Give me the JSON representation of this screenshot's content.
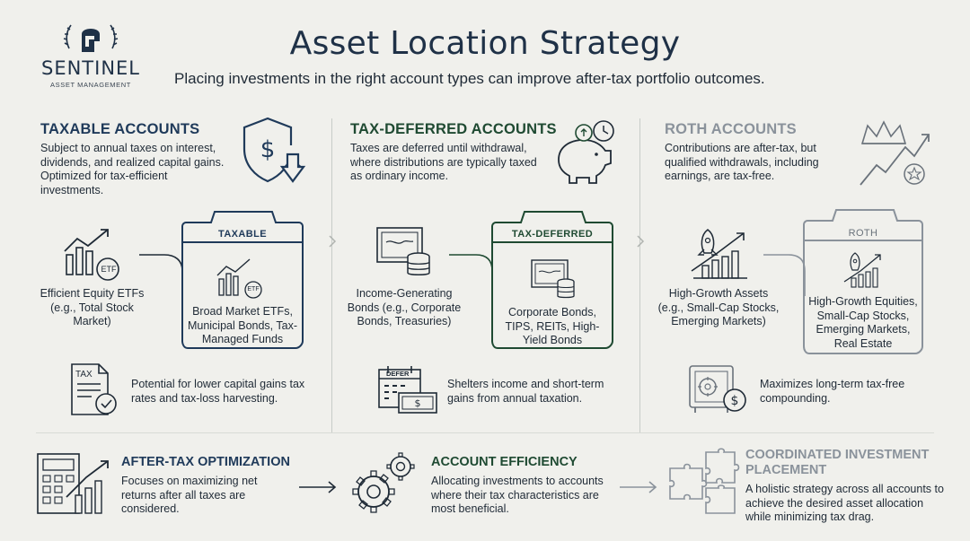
{
  "header": {
    "title": "Asset Location Strategy",
    "subtitle": "Placing investments in the right account types can improve after-tax portfolio outcomes."
  },
  "logo": {
    "name": "SENTINEL",
    "tagline": "ASSET MANAGEMENT"
  },
  "columns": {
    "taxable": {
      "heading": "TAXABLE ACCOUNTS",
      "description": "Subject to annual taxes on interest, dividends, and realized capital gains. Optimized for tax-efficient investments.",
      "asset_label": "Efficient Equity ETFs (e.g., Total Stock Market)",
      "folder_label": "TAXABLE",
      "folder_text": "Broad Market ETFs, Municipal Bonds, Tax-Managed Funds",
      "benefit": "Potential for lower capital gains tax rates and tax-loss harvesting.",
      "icon_tag": "ETF",
      "doc_tag": "TAX"
    },
    "deferred": {
      "heading": "TAX-DEFERRED ACCOUNTS",
      "description": "Taxes are deferred until withdrawal, where distributions are typically taxed as ordinary income.",
      "asset_label": "Income-Generating Bonds (e.g., Corporate Bonds, Treasuries)",
      "folder_label": "TAX-DEFERRED",
      "folder_text": "Corporate Bonds, TIPS, REITs, High-Yield Bonds",
      "benefit": "Shelters income and short-term gains from annual taxation.",
      "calendar_tag": "DEFER"
    },
    "roth": {
      "heading": "ROTH ACCOUNTS",
      "description": "Contributions are after-tax, but qualified withdrawals, including earnings, are tax-free.",
      "asset_label": "High-Growth Assets (e.g., Small-Cap Stocks, Emerging Markets)",
      "folder_label": "ROTH",
      "folder_text": "High-Growth Equities, Small-Cap Stocks, Emerging Markets, Real Estate",
      "benefit": "Maximizes long-term tax-free compounding."
    }
  },
  "bottom": [
    {
      "heading": "AFTER-TAX OPTIMIZATION",
      "text": "Focuses on maximizing net returns after all taxes are considered."
    },
    {
      "heading": "ACCOUNT EFFICIENCY",
      "text": "Allocating investments to accounts where their tax characteristics are most beneficial."
    },
    {
      "heading": "COORDINATED INVESTMENT PLACEMENT",
      "text": "A holistic strategy across all accounts to achieve the desired asset allocation while minimizing tax drag."
    }
  ],
  "colors": {
    "navy": "#1f3a5a",
    "green": "#1f4a32",
    "gray": "#8a929b",
    "background": "#f0f0ec"
  }
}
